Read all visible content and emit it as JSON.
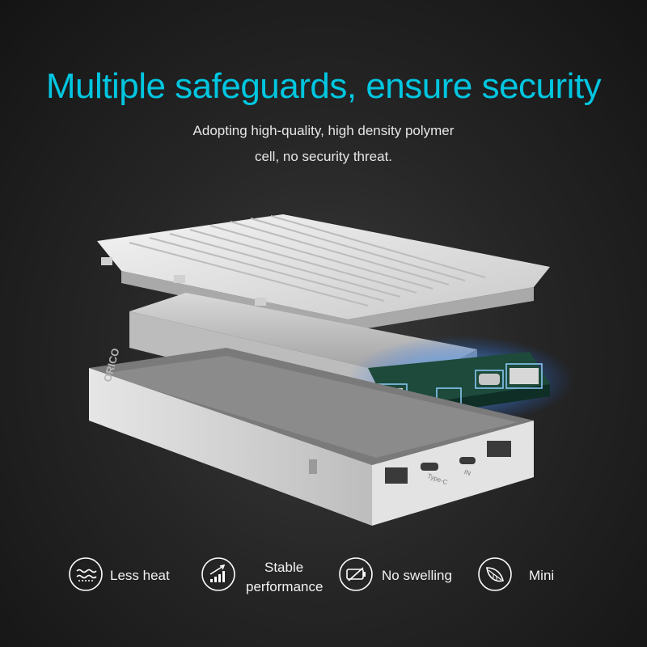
{
  "header": {
    "title": "Multiple safeguards, ensure security",
    "subtitle_line1": "Adopting high-quality, high density polymer",
    "subtitle_line2": "cell, no security threat."
  },
  "product": {
    "brand": "ORICO",
    "port_labels": [
      "Type-C",
      "IN"
    ]
  },
  "features": [
    {
      "label": "Less heat",
      "icon": "waves-heat-icon"
    },
    {
      "label_line1": "Stable",
      "label_line2": "performance",
      "icon": "rising-bars-icon"
    },
    {
      "label": "No swelling",
      "icon": "no-swelling-battery-icon"
    },
    {
      "label": "Mini",
      "icon": "leaf-icon"
    }
  ],
  "colors": {
    "accent": "#00C6E0",
    "background": "#262626",
    "glow": "#2E8BFF"
  }
}
